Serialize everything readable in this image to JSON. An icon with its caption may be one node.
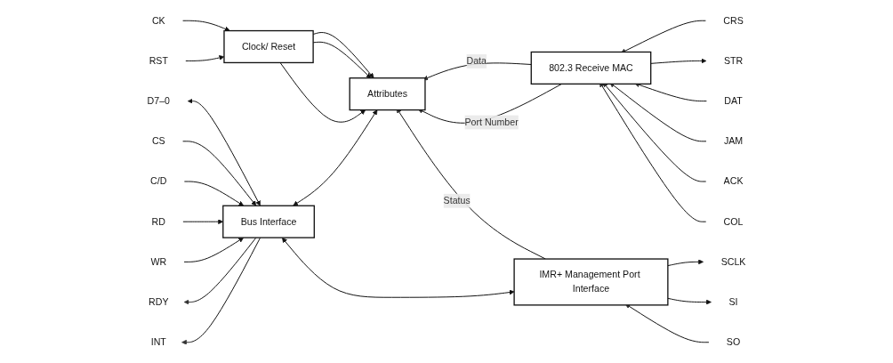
{
  "diagram": {
    "nodes": [
      {
        "text": [
          "CK"
        ]
      },
      {
        "text": [
          "RST"
        ]
      },
      {
        "text": [
          "D7–0"
        ]
      },
      {
        "text": [
          "CS"
        ]
      },
      {
        "text": [
          "C/D"
        ]
      },
      {
        "text": [
          "RD"
        ]
      },
      {
        "text": [
          "WR"
        ]
      },
      {
        "text": [
          "RDY"
        ]
      },
      {
        "text": [
          "INT"
        ]
      },
      {
        "text": [
          "Clock/ Reset"
        ]
      },
      {
        "text": [
          "Bus Interface"
        ]
      },
      {
        "text": [
          "Attributes"
        ]
      },
      {
        "text": [
          "802.3 Receive MAC"
        ]
      },
      {
        "text": [
          "IMR+ Management Port Interface"
        ]
      },
      {
        "text": [
          "CRS"
        ]
      },
      {
        "text": [
          "STR"
        ]
      },
      {
        "text": [
          "DAT"
        ]
      },
      {
        "text": [
          "JAM"
        ]
      },
      {
        "text": [
          "ACK"
        ]
      },
      {
        "text": [
          "COL"
        ]
      },
      {
        "text": [
          "SCLK"
        ]
      },
      {
        "text": [
          "SI"
        ]
      },
      {
        "text": [
          "SO"
        ]
      }
    ],
    "edges": [
      {
        "from": 0,
        "to": 9,
        "arrow": "to"
      },
      {
        "from": 1,
        "to": 9,
        "arrow": "to"
      },
      {
        "from": 2,
        "to": 10,
        "arrow": "both"
      },
      {
        "from": 3,
        "to": 10,
        "arrow": "to"
      },
      {
        "from": 4,
        "to": 10,
        "arrow": "to"
      },
      {
        "from": 5,
        "to": 10,
        "arrow": "to"
      },
      {
        "from": 6,
        "to": 10,
        "arrow": "to"
      },
      {
        "from": 10,
        "to": 7,
        "arrow": "to"
      },
      {
        "from": 10,
        "to": 8,
        "arrow": "to"
      },
      {
        "from": 9,
        "to": 11,
        "arrow": "to"
      },
      {
        "from": 9,
        "to": 11,
        "arrow": "to"
      },
      {
        "from": 9,
        "to": 11,
        "arrow": "to"
      },
      {
        "from": 10,
        "to": 11,
        "arrow": "both"
      },
      {
        "from": 12,
        "to": 11,
        "label": "Data",
        "arrow": "to"
      },
      {
        "from": 12,
        "to": 11,
        "label": "Port Number",
        "arrow": "to"
      },
      {
        "from": 13,
        "to": 11,
        "label": "Status",
        "arrow": "to"
      },
      {
        "from": 10,
        "to": 13,
        "arrow": "both"
      },
      {
        "from": 14,
        "to": 12,
        "arrow": "to"
      },
      {
        "from": 12,
        "to": 15,
        "arrow": "to"
      },
      {
        "from": 16,
        "to": 12,
        "arrow": "to"
      },
      {
        "from": 17,
        "to": 12,
        "arrow": "to"
      },
      {
        "from": 18,
        "to": 12,
        "arrow": "to"
      },
      {
        "from": 19,
        "to": 12,
        "arrow": "to"
      },
      {
        "from": 13,
        "to": 20,
        "arrow": "to"
      },
      {
        "from": 13,
        "to": 21,
        "arrow": "to"
      },
      {
        "from": 22,
        "to": 13,
        "arrow": "to"
      }
    ]
  }
}
